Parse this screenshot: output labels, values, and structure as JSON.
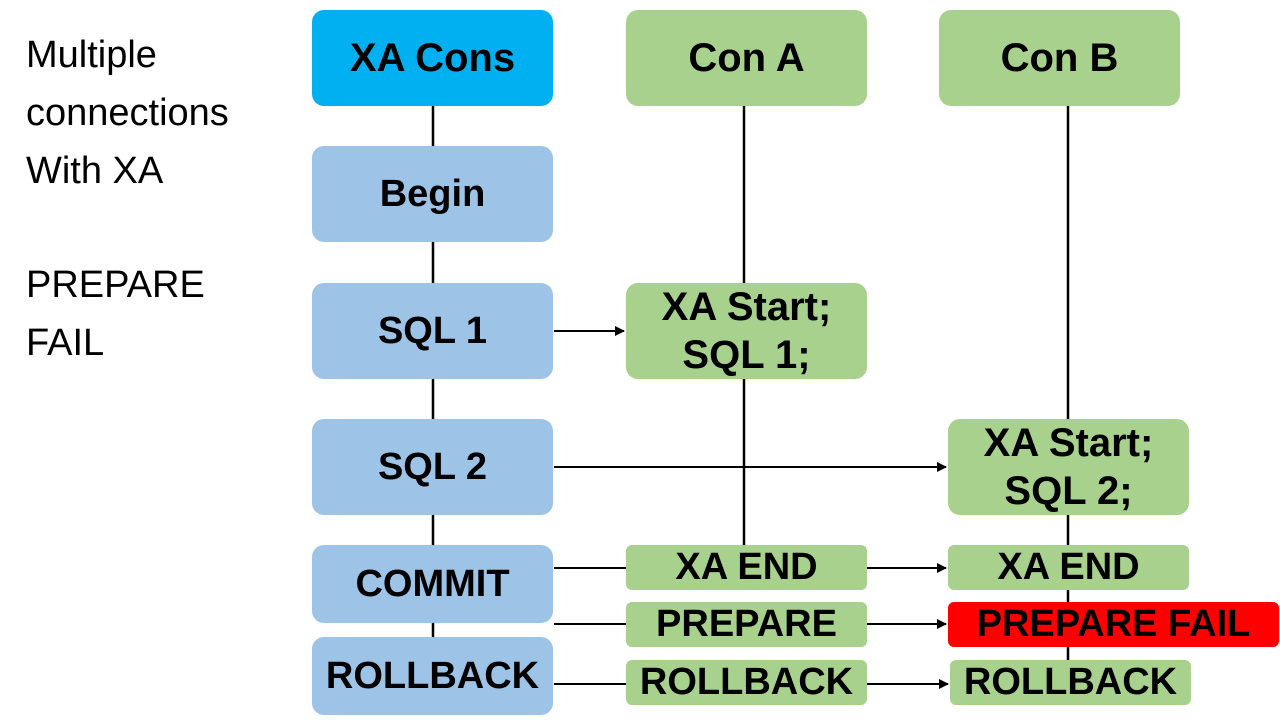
{
  "side_labels": {
    "title": "Multiple\nconnections\nWith XA",
    "subtitle": "PREPARE\nFAIL"
  },
  "columns": {
    "xa_cons": "XA Cons",
    "con_a": "Con A",
    "con_b": "Con B"
  },
  "xa_cons_steps": {
    "begin": "Begin",
    "sql1": "SQL 1",
    "sql2": "SQL 2",
    "commit": "COMMIT",
    "rollback": "ROLLBACK"
  },
  "con_a_steps": {
    "start_sql1": "XA Start;\nSQL 1;",
    "xa_end": "XA END",
    "prepare": "PREPARE",
    "rollback": "ROLLBACK"
  },
  "con_b_steps": {
    "start_sql2": "XA Start;\nSQL 2;",
    "xa_end": "XA END",
    "prepare_fail": "PREPARE FAIL",
    "rollback": "ROLLBACK"
  },
  "colors": {
    "header_xa": "#00b0f0",
    "step_blue": "#9dc3e6",
    "step_green": "#a9d18e",
    "fail_red": "#ff0000"
  }
}
